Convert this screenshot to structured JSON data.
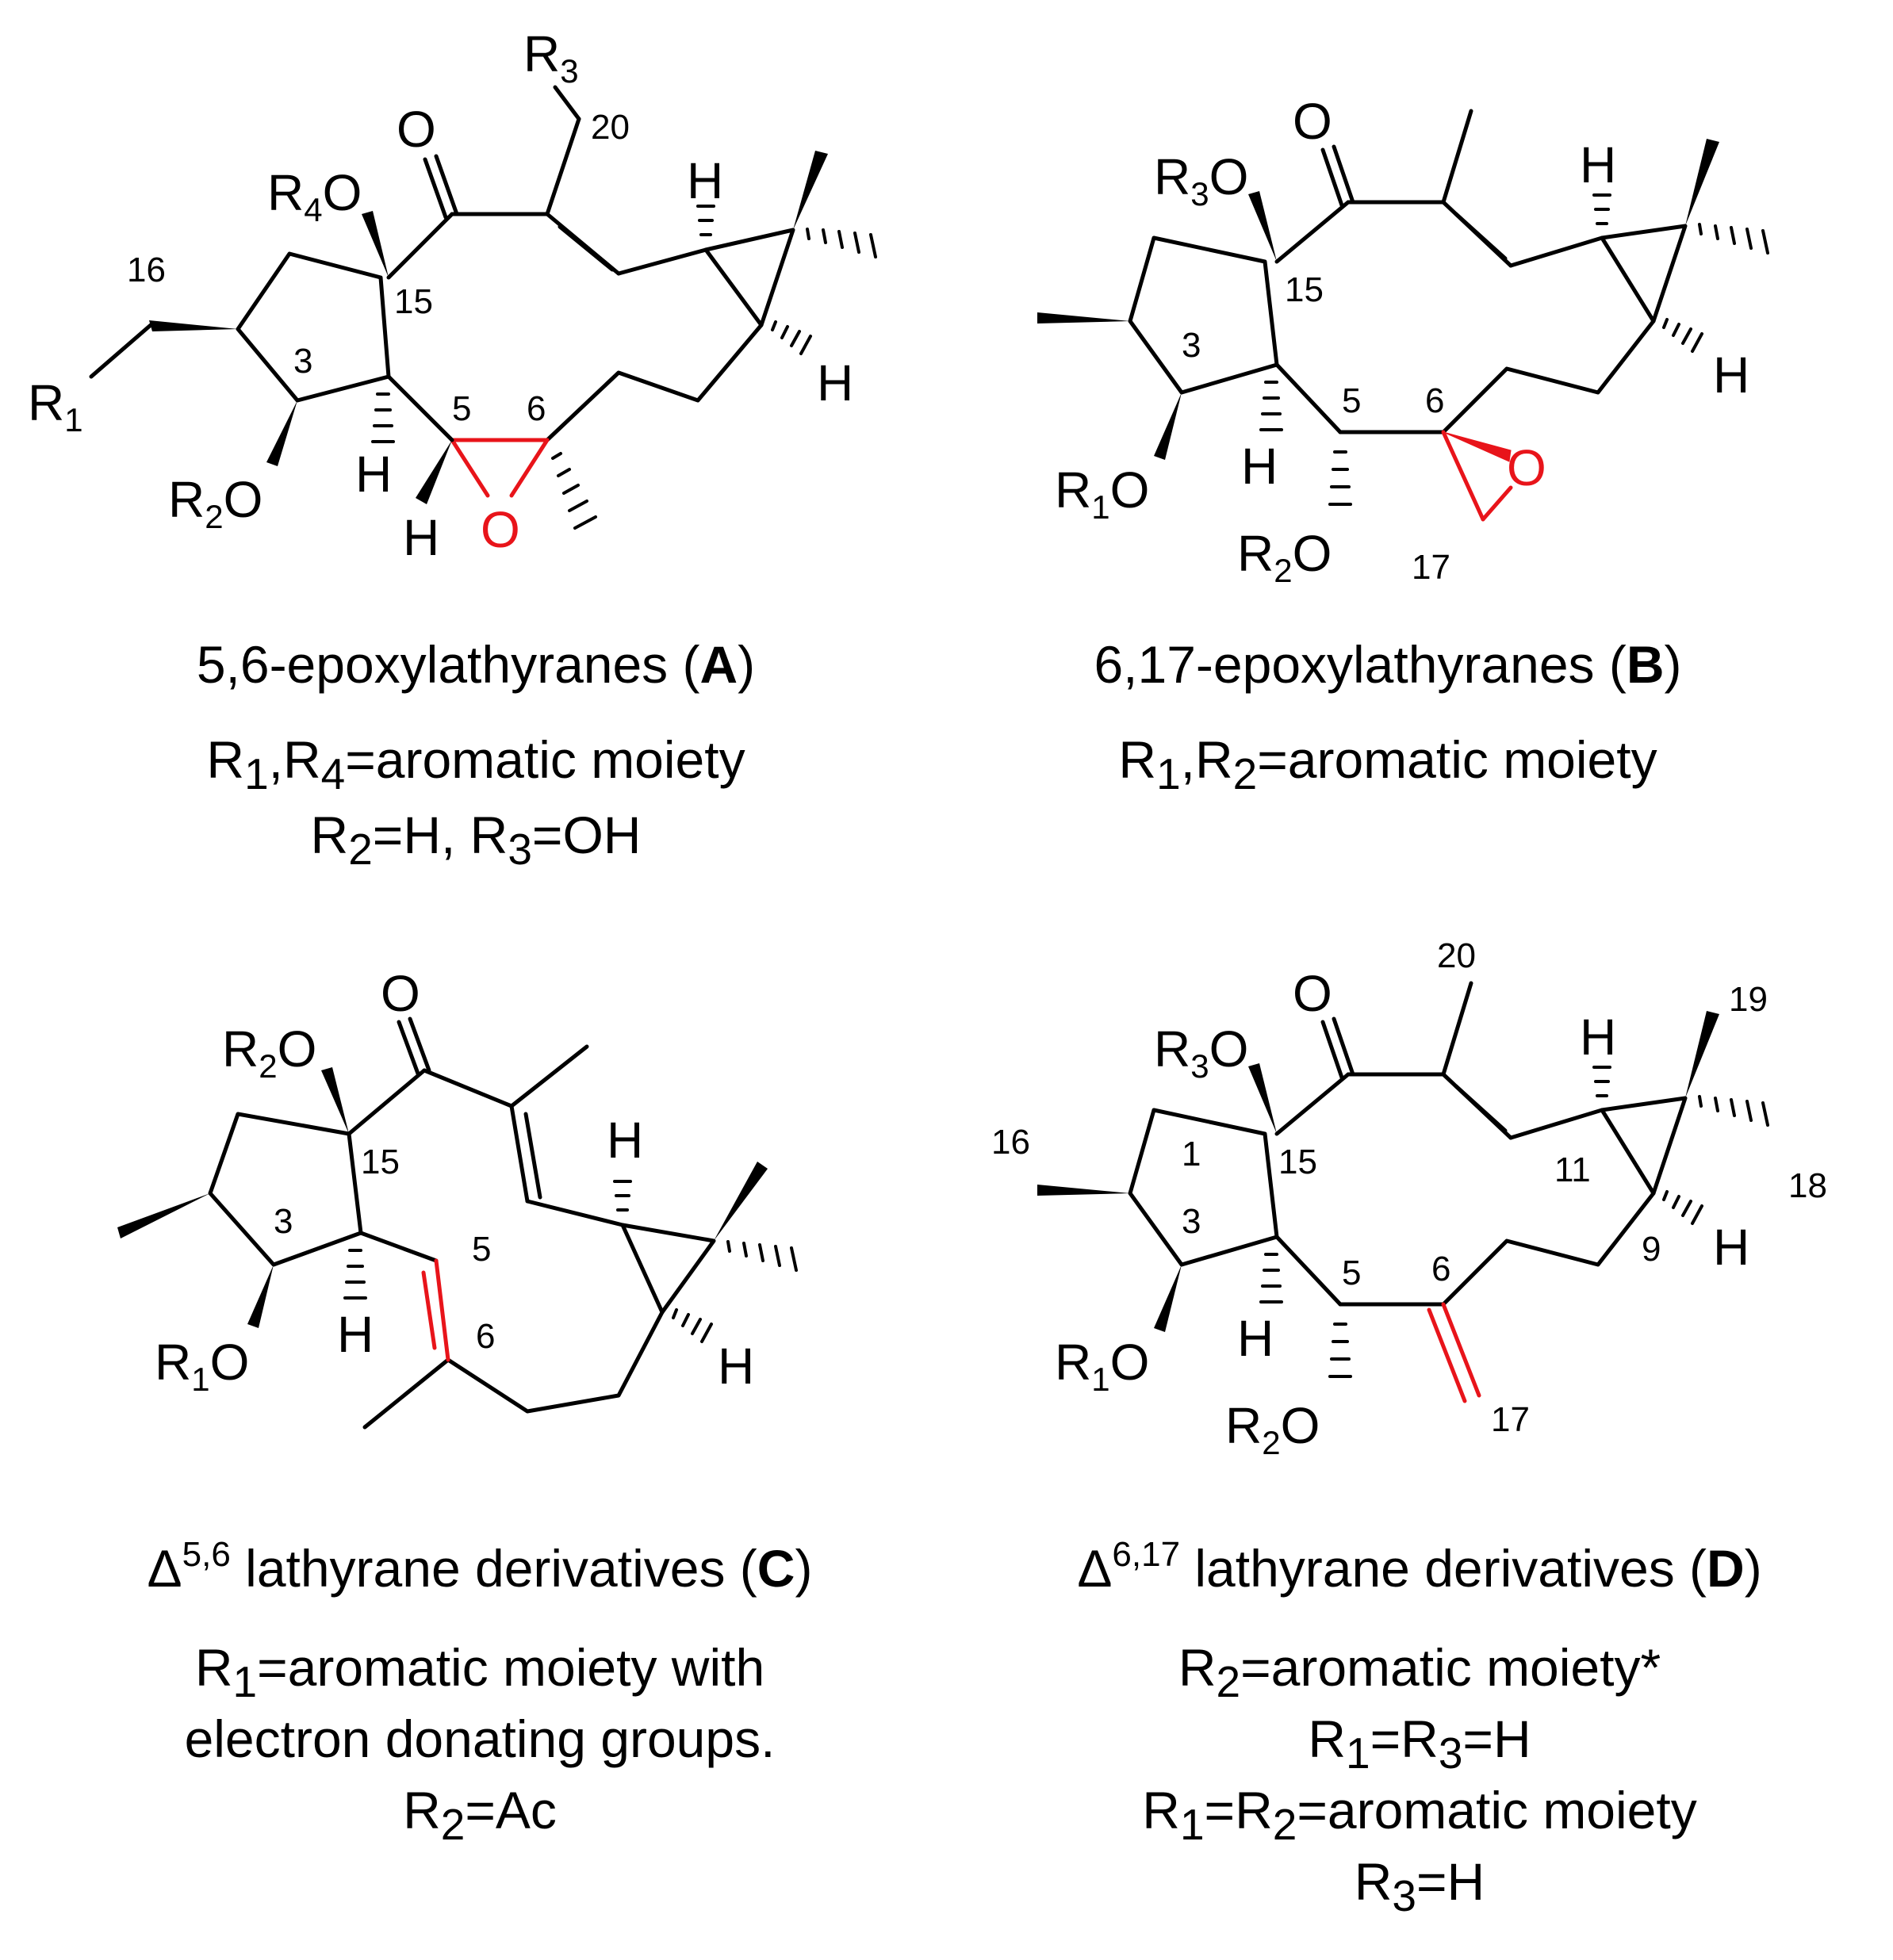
{
  "structures": {
    "A": {
      "title": "5,6-epoxylathyranes (",
      "letter": "A",
      "close": ")",
      "lines": [
        "R1,R4=aromatic moiety",
        "R2=H, R3=OH"
      ],
      "labels": {
        "R3": "R",
        "R3s": "3",
        "R4O_R": "R",
        "R4O_s": "4",
        "R4O_O": "O",
        "R1": "R",
        "R1s": "1",
        "R2O_R": "R",
        "R2O_s": "2",
        "R2O_O": "O",
        "O_keto": "O",
        "O_epox": "O",
        "H1": "H",
        "H2": "H",
        "H3": "H",
        "H4": "H"
      },
      "nums": {
        "n20": "20",
        "n16": "16",
        "n15": "15",
        "n3": "3",
        "n5": "5",
        "n6": "6"
      }
    },
    "B": {
      "title": "6,17-epoxylathyranes (",
      "letter": "B",
      "close": ")",
      "lines": [
        "R1,R2=aromatic moiety"
      ],
      "labels": {
        "R3O_R": "R",
        "R3O_s": "3",
        "R3O_O": "O",
        "R1O_R": "R",
        "R1O_s": "1",
        "R1O_O": "O",
        "R2O_R": "R",
        "R2O_s": "2",
        "R2O_O": "O",
        "O_keto": "O",
        "O_epox": "O",
        "H1": "H",
        "H2": "H",
        "H3": "H"
      },
      "nums": {
        "n15": "15",
        "n3": "3",
        "n5": "5",
        "n6": "6",
        "n17": "17"
      }
    },
    "C": {
      "title_delta": "Δ",
      "title_sup": "5,6",
      "title": " lathyrane derivatives (",
      "letter": "C",
      "close": ")",
      "lines": [
        "R1=aromatic moiety with",
        "electron donating groups.",
        "R2=Ac"
      ],
      "labels": {
        "R2O_R": "R",
        "R2O_s": "2",
        "R2O_O": "O",
        "R1O_R": "R",
        "R1O_s": "1",
        "R1O_O": "O",
        "O_keto": "O",
        "H1": "H",
        "H2": "H",
        "H3": "H"
      },
      "nums": {
        "n15": "15",
        "n3": "3",
        "n5": "5",
        "n6": "6"
      }
    },
    "D": {
      "title_delta": "Δ",
      "title_sup": "6,17",
      "title": " lathyrane derivatives (",
      "letter": "D",
      "close": ")",
      "lines": [
        "R2=aromatic moiety*",
        "R1=R3=H",
        "R1=R2=aromatic moiety",
        "R3=H"
      ],
      "labels": {
        "R3O_R": "R",
        "R3O_s": "3",
        "R3O_O": "O",
        "R1O_R": "R",
        "R1O_s": "1",
        "R1O_O": "O",
        "R2O_R": "R",
        "R2O_s": "2",
        "R2O_O": "O",
        "O_keto": "O",
        "H1": "H",
        "H2": "H",
        "H3": "H"
      },
      "nums": {
        "n20": "20",
        "n19": "19",
        "n18": "18",
        "n16": "16",
        "n1": "1",
        "n15": "15",
        "n11": "11",
        "n9": "9",
        "n3": "3",
        "n5": "5",
        "n6": "6",
        "n17": "17"
      }
    }
  },
  "colors": {
    "bond": "#000000",
    "highlight": "#e8141a"
  }
}
